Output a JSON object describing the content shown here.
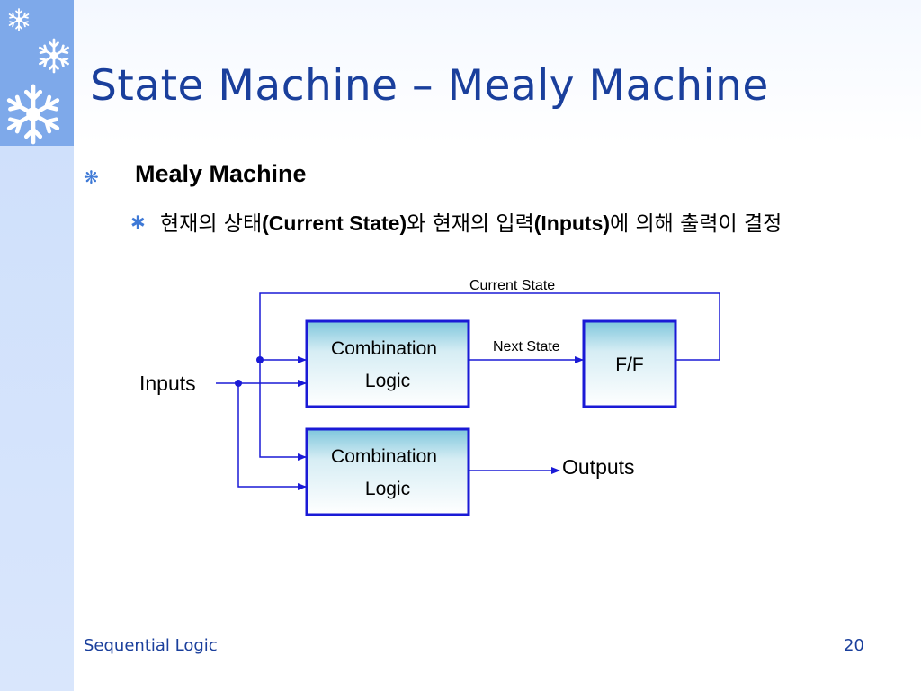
{
  "slide": {
    "title": "State Machine – Mealy Machine",
    "bullet1": "Mealy Machine",
    "bullet2": {
      "part1": "현재의 상태",
      "bold1": "(Current State)",
      "part2": "와 현재의 입력",
      "bold2": "(Inputs)",
      "part3": "에 의해 출력이 결정"
    },
    "footer_left": "Sequential Logic",
    "page_number": "20"
  },
  "diagram": {
    "box1_line1": "Combination",
    "box1_line2": "Logic",
    "box2_line1": "Combination",
    "box2_line2": "Logic",
    "ff_label": "F/F",
    "inputs_label": "Inputs",
    "outputs_label": "Outputs",
    "current_state_label": "Current State",
    "next_state_label": "Next State"
  },
  "colors": {
    "title": "#1a3f9c",
    "box_border": "#1a1ad6",
    "wire": "#1a1ad6",
    "sidebar": "#7ea9ea"
  },
  "icons": [
    "snowflake-icon",
    "snowflake-icon",
    "snowflake-icon",
    "bullet-asterisk-icon",
    "bullet-asterisk-icon"
  ]
}
